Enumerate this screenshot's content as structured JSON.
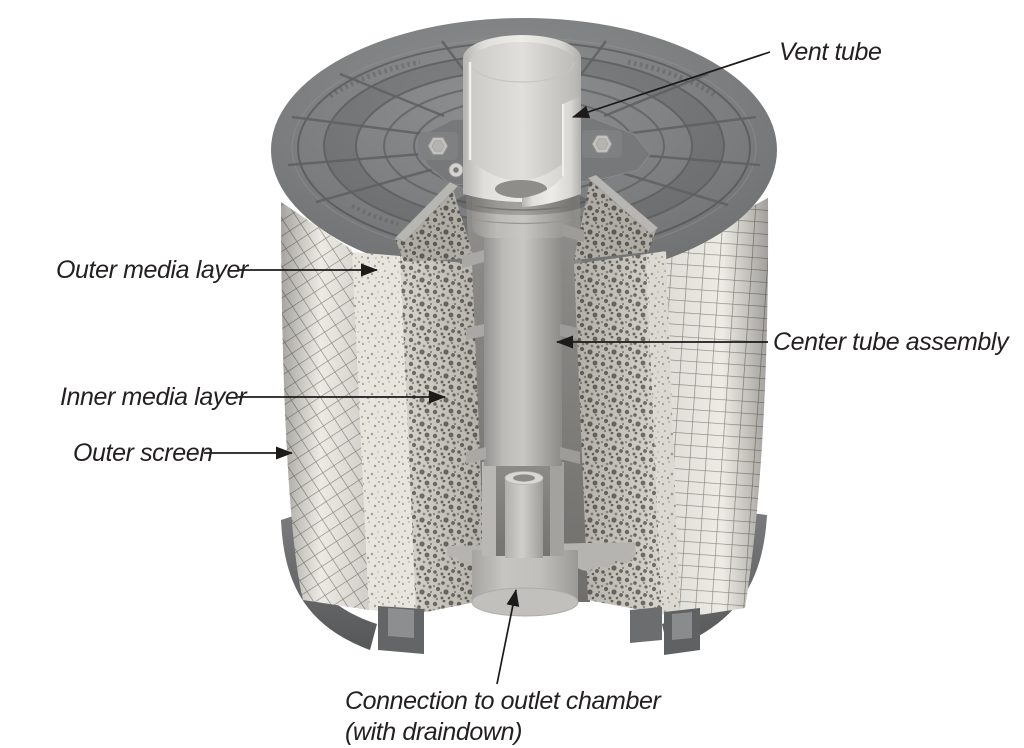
{
  "figure": {
    "kind": "cutaway_diagram",
    "callouts": {
      "vent_tube": "Vent tube",
      "outer_media_layer": "Outer media layer",
      "inner_media_layer": "Inner media layer",
      "outer_screen": "Outer screen",
      "center_tube_assembly": "Center tube assembly",
      "outlet_connection_line1": "Connection to outlet chamber",
      "outlet_connection_line2": "(with draindown)"
    },
    "colors": {
      "background": "#ffffff",
      "callout_text": "#242021",
      "leader_line": "#1d1b1a",
      "lid_gray": "#747677",
      "vent_tube_white": "#e9e8e4",
      "center_tube_gray": "#b5b4b0",
      "outer_media_speckle_base": "#e8e5de",
      "inner_media_speckle_dot": "#6f6f66",
      "screen_wire": "#8e897c",
      "base_gray": "#666768"
    }
  }
}
